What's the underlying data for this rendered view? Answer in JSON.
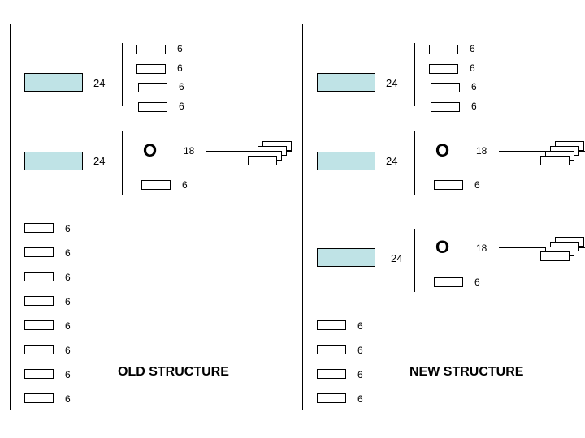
{
  "old": {
    "title": "OLD STRUCTURE",
    "top_group": {
      "parent": "24",
      "children": [
        "6",
        "6",
        "6",
        "6"
      ]
    },
    "second_group": {
      "parent": "24",
      "node": "O",
      "count": "18",
      "child": "6"
    },
    "list": [
      "6",
      "6",
      "6",
      "6",
      "6",
      "6",
      "6",
      "6"
    ]
  },
  "new": {
    "title": "NEW STRUCTURE",
    "top_group": {
      "parent": "24",
      "children": [
        "6",
        "6",
        "6",
        "6"
      ]
    },
    "second_group": {
      "parent": "24",
      "node": "O",
      "count": "18",
      "child": "6"
    },
    "third_group": {
      "parent": "24",
      "node": "O",
      "count": "18",
      "child": "6"
    },
    "list": [
      "6",
      "6",
      "6",
      "6"
    ]
  },
  "colors": {
    "box_fill": "#bfe3e6",
    "line": "#000000"
  }
}
